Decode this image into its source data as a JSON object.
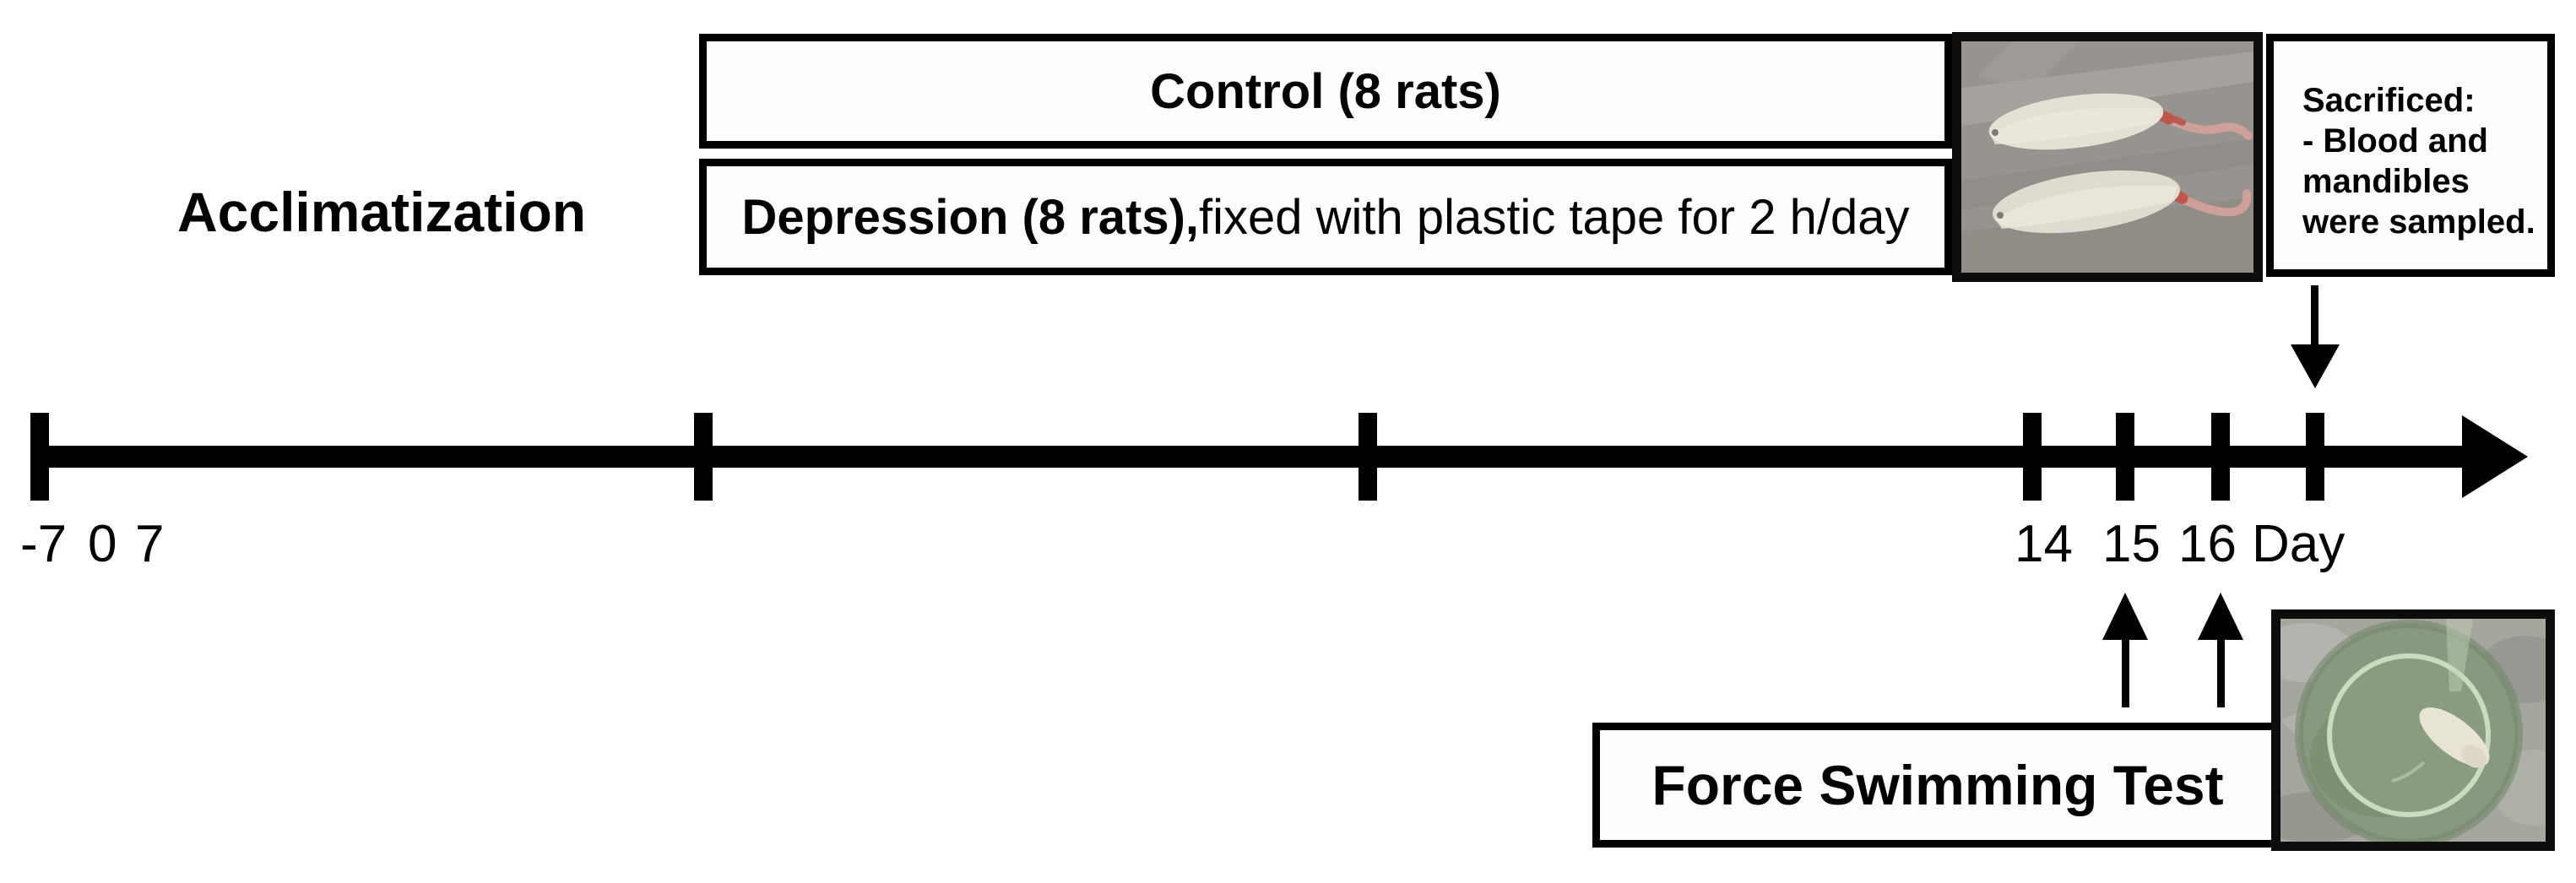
{
  "figure": {
    "colors": {
      "ink": "#000000",
      "background": "#ffffff",
      "photo_metal_gray": "#97948f",
      "rat_body_cream": "#e3e0d4",
      "rat_tail_pink": "#cfa09a",
      "tape_red": "#c0564a",
      "swim_tub_green": "#87997e",
      "swim_water_ring": "#d3e2c6"
    },
    "acclimatization_label": "Acclimatization",
    "control_group_label": "Control (8 rats)",
    "depression_group_label_bold": "Depression (8 rats),",
    "depression_group_label_detail": "fixed with plastic tape for 2 h/day",
    "sacrifice_note_lines": [
      "Sacrificed:",
      "- Blood and",
      "mandibles",
      "were sampled."
    ],
    "force_swimming_test_label": "Force Swimming Test",
    "timeline": {
      "unit_label": "Day",
      "tick_labels_left": [
        "-7",
        "0",
        "7"
      ],
      "tick_labels_right": [
        "14",
        "15",
        "16"
      ]
    },
    "photos": {
      "restrained_rats": "Two rats fixed with plastic tape",
      "swim_test": "Rat swimming in round container (forced swimming test)"
    }
  }
}
